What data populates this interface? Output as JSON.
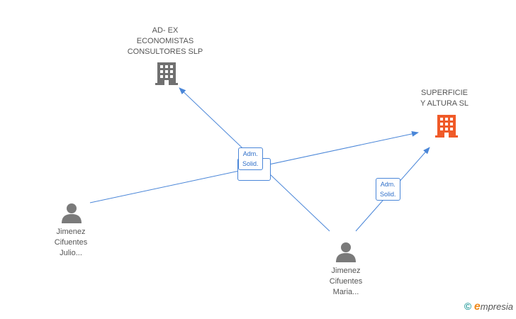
{
  "companies": [
    {
      "id": "adex",
      "lines": [
        "AD- EX",
        "ECONOMISTAS",
        "CONSULTORES SLP"
      ],
      "color": "#707070"
    },
    {
      "id": "superficie",
      "lines": [
        "SUPERFICIE",
        "Y ALTURA SL"
      ],
      "color": "#f05a28"
    }
  ],
  "people": [
    {
      "id": "julio",
      "lines": [
        "Jimenez",
        "Cifuentes",
        "Julio..."
      ]
    },
    {
      "id": "maria",
      "lines": [
        "Jimenez",
        "Cifuentes",
        "Maria..."
      ]
    }
  ],
  "badges": [
    {
      "lines": [
        "Adm.",
        "Solid."
      ]
    },
    {
      "lines": [
        "Adm.",
        "Solid."
      ]
    }
  ],
  "colors": {
    "edge": "#4a86d8",
    "person": "#7a7a7a"
  },
  "brand": {
    "copyright": "©",
    "initial": "e",
    "rest": "mpresia"
  }
}
